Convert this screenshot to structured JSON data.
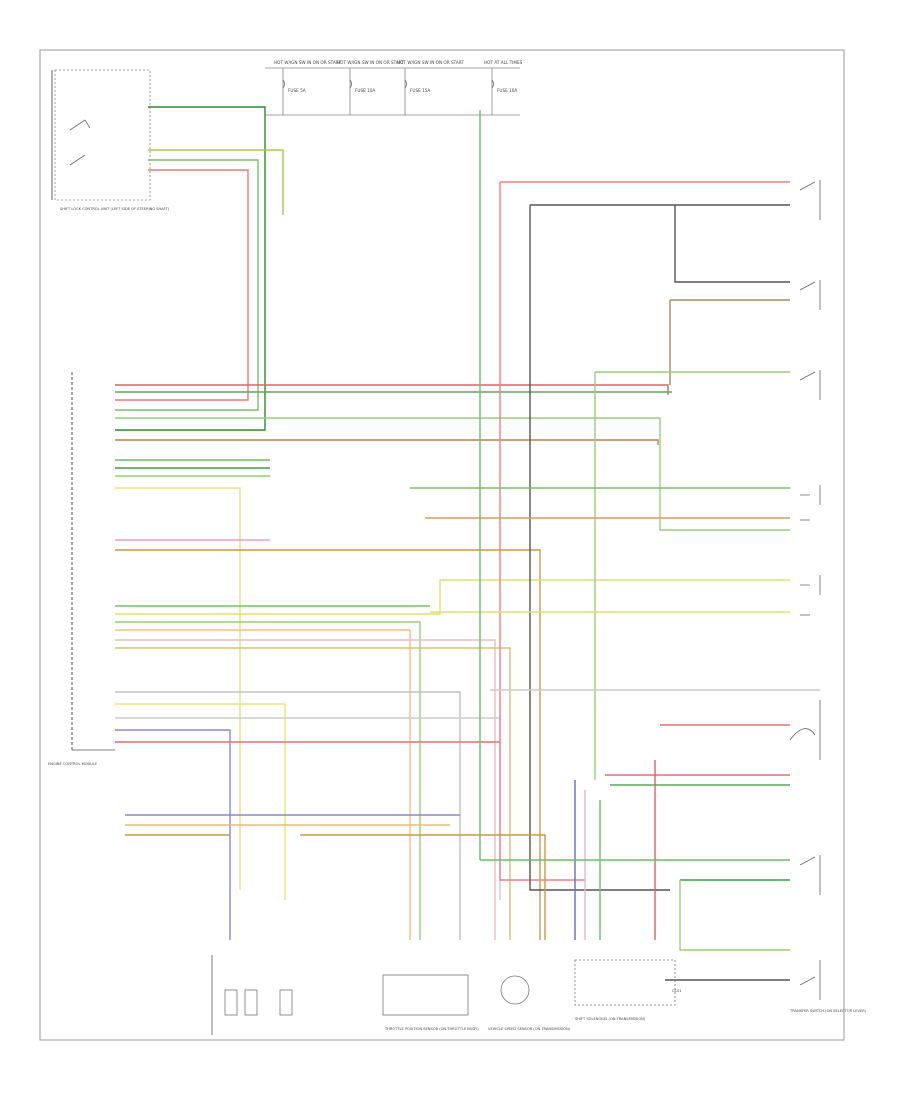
{
  "diagram": {
    "page_marker": "",
    "top_power": [
      {
        "label": "HOT W/IGN SW IN ON OR START",
        "fuse": "FUSE 5A"
      },
      {
        "label": "HOT W/IGN SW IN ON OR START",
        "fuse": "FUSE 10A"
      },
      {
        "label": "HOT W/IGN SW IN ON OR START",
        "fuse": "FUSE 15A"
      },
      {
        "label": "HOT AT ALL TIMES",
        "fuse": "FUSE 10A"
      }
    ],
    "components": {
      "shift_lock_unit": "SHIFT LOCK CONTROL UNIT (LEFT SIDE OF STEERING SHAFT)",
      "engine_control_module": "ENGINE CONTROL MODULE",
      "throttle_position_sensor": "THROTTLE POSITION SENSOR (ON THROTTLE BODY)",
      "vehicle_speed_sensor": "VEHICLE SPEED SENSOR (ON TRANSMISSION)",
      "shift_solenoids": "SHIFT SOLENOIDS (ON TRANSMISSION)",
      "transfer_switch": "TRANSFER SWITCH (ON SELECTOR LEVER)",
      "ground": "G101"
    },
    "footer_label": ""
  }
}
